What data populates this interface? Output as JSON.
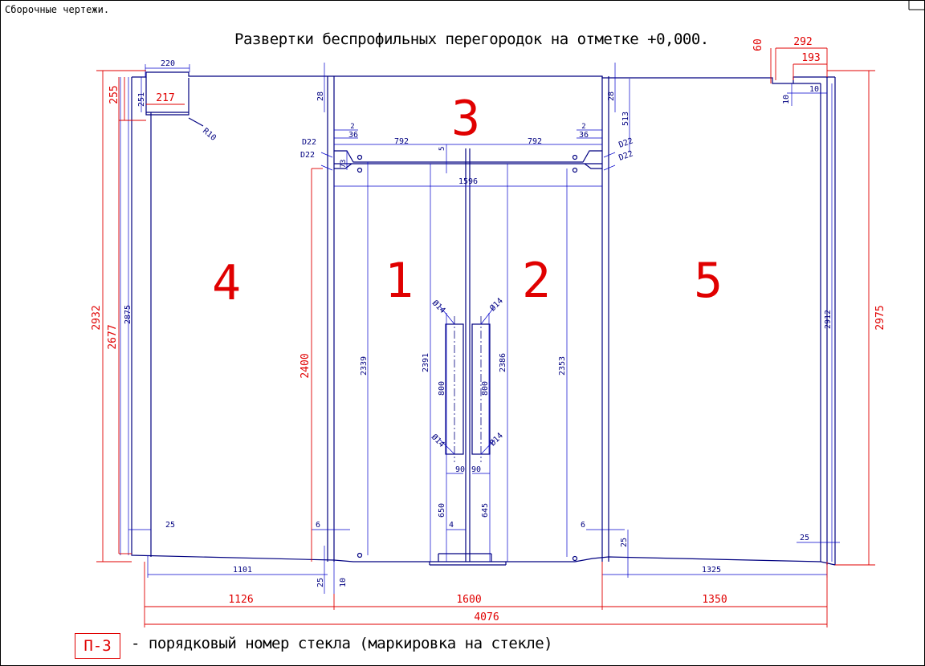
{
  "header": {
    "title": "Сборочные чертежи."
  },
  "drawing": {
    "title": "Развертки беспрофильных перегородок на отметке +0,000.",
    "panels": [
      "1",
      "2",
      "3",
      "4",
      "5"
    ],
    "dims": {
      "d220": "220",
      "d217": "217",
      "d255": "255",
      "d251": "251",
      "r10": "R10",
      "d2932": "2932",
      "d2677": "2677",
      "d2875": "2875",
      "d28a": "28",
      "d28b": "28",
      "d513": "513",
      "d2a": "2",
      "d36a": "36",
      "d2b": "2",
      "d36b": "36",
      "d792a": "792",
      "d5": "5",
      "d792b": "792",
      "d73": "73",
      "d22a": "D22",
      "d22b": "D22",
      "d22c": "D22",
      "d22d": "D22",
      "d1596": "1596",
      "d60": "60",
      "d292": "292",
      "d193": "193",
      "d10a": "10",
      "d10b": "10",
      "d2400": "2400",
      "d2339": "2339",
      "d2391": "2391",
      "d2386": "2386",
      "d2353": "2353",
      "d2912": "2912",
      "d2975": "2975",
      "f14a": "Ø14",
      "f14b": "Ø14",
      "f14c": "Ø14",
      "f14d": "Ø14",
      "d800a": "800",
      "d800b": "800",
      "d90a": "90",
      "d90b": "90",
      "d650": "650",
      "d645": "645",
      "d4": "4",
      "d25a": "25",
      "d6a": "6",
      "d6b": "6",
      "d25b": "25",
      "d25c": "25",
      "d25d": "25",
      "d10c": "10",
      "d1101": "1101",
      "d1325": "1325",
      "d1126": "1126",
      "d1600": "1600",
      "d1350": "1350",
      "d4076": "4076"
    }
  },
  "legend": {
    "code": "П-3",
    "text": "- порядковый номер стекла (маркировка на стекле)"
  },
  "colors": {
    "outline": "#000080",
    "red": "#e00000",
    "blue": "#0000cc"
  }
}
